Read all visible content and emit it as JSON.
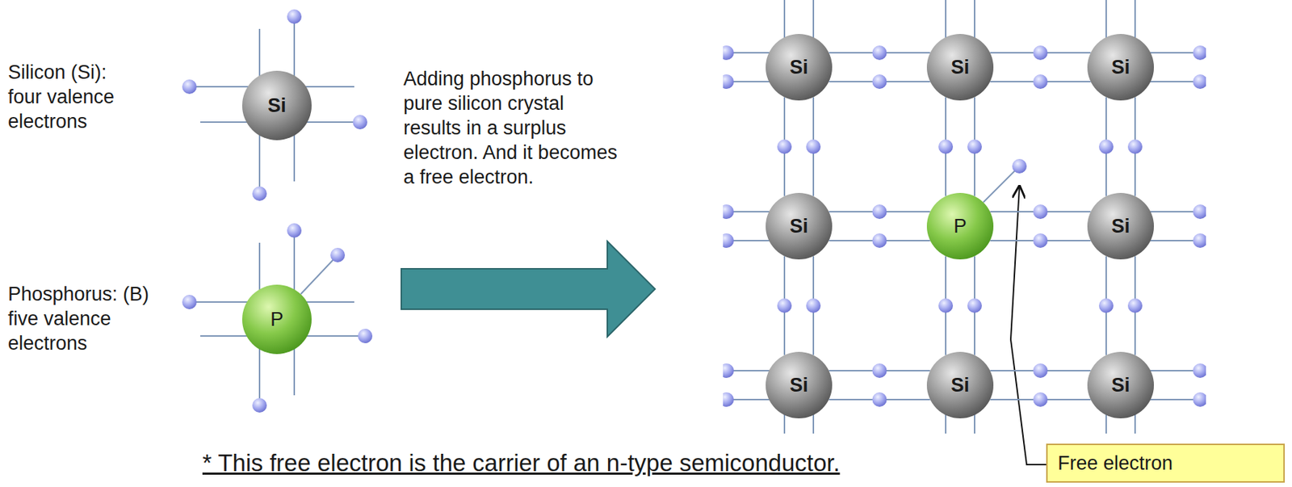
{
  "diagram": {
    "nodes": [
      {
        "text": [
          "Si"
        ]
      },
      {
        "text": [
          "P"
        ]
      },
      {
        "text": [
          "Si"
        ]
      },
      {
        "text": [
          "Si"
        ]
      },
      {
        "text": [
          "Si"
        ]
      },
      {
        "text": [
          "Si"
        ]
      },
      {
        "text": [
          "P"
        ]
      },
      {
        "text": [
          "Si"
        ]
      },
      {
        "text": [
          "Si"
        ]
      },
      {
        "text": [
          "Si"
        ]
      },
      {
        "text": [
          "Si"
        ]
      },
      {
        "text": [
          "Free electron"
        ]
      }
    ],
    "edges": [
      {
        "from": 2,
        "to": 3,
        "arrow": "none"
      },
      {
        "from": 3,
        "to": 4,
        "arrow": "none"
      },
      {
        "from": 5,
        "to": 6,
        "arrow": "none"
      },
      {
        "from": 6,
        "to": 7,
        "arrow": "none"
      },
      {
        "from": 8,
        "to": 9,
        "arrow": "none"
      },
      {
        "from": 9,
        "to": 10,
        "arrow": "none"
      },
      {
        "from": 2,
        "to": 5,
        "arrow": "none"
      },
      {
        "from": 3,
        "to": 6,
        "arrow": "none"
      },
      {
        "from": 4,
        "to": 7,
        "arrow": "none"
      },
      {
        "from": 5,
        "to": 8,
        "arrow": "none"
      },
      {
        "from": 6,
        "to": 9,
        "arrow": "none"
      },
      {
        "from": 7,
        "to": 10,
        "arrow": "none"
      }
    ],
    "labels": [
      "Silicon (Si): four valence electrons",
      "Phosphorus: (B) five valence electrons",
      "Adding phosphorus to pure silicon crystal results in a surplus electron. And it becomes a free electron.",
      "* This free electron is the carrier of an n-type semiconductor."
    ]
  }
}
